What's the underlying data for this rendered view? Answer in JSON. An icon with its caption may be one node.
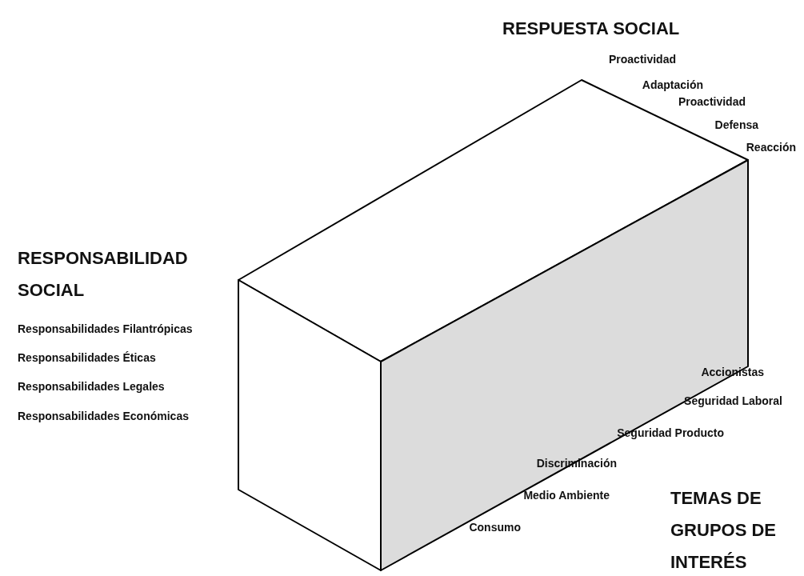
{
  "diagram": {
    "labels": [
      "RESPUESTA SOCIAL",
      "Proactividad",
      "Adaptación",
      "Proactividad",
      "Defensa",
      "Reacción",
      "RESPONSABILIDAD SOCIAL",
      "Responsabilidades Filantrópicas",
      "Responsabilidades Éticas",
      "Responsabilidades Legales",
      "Responsabilidades Económicas",
      "Accionistas",
      "Seguridad Laboral",
      "Seguridad Producto",
      "Discriminación",
      "Medio Ambiente",
      "Consumo",
      "TEMAS DE GRUPOS DE INTERÉS"
    ]
  }
}
